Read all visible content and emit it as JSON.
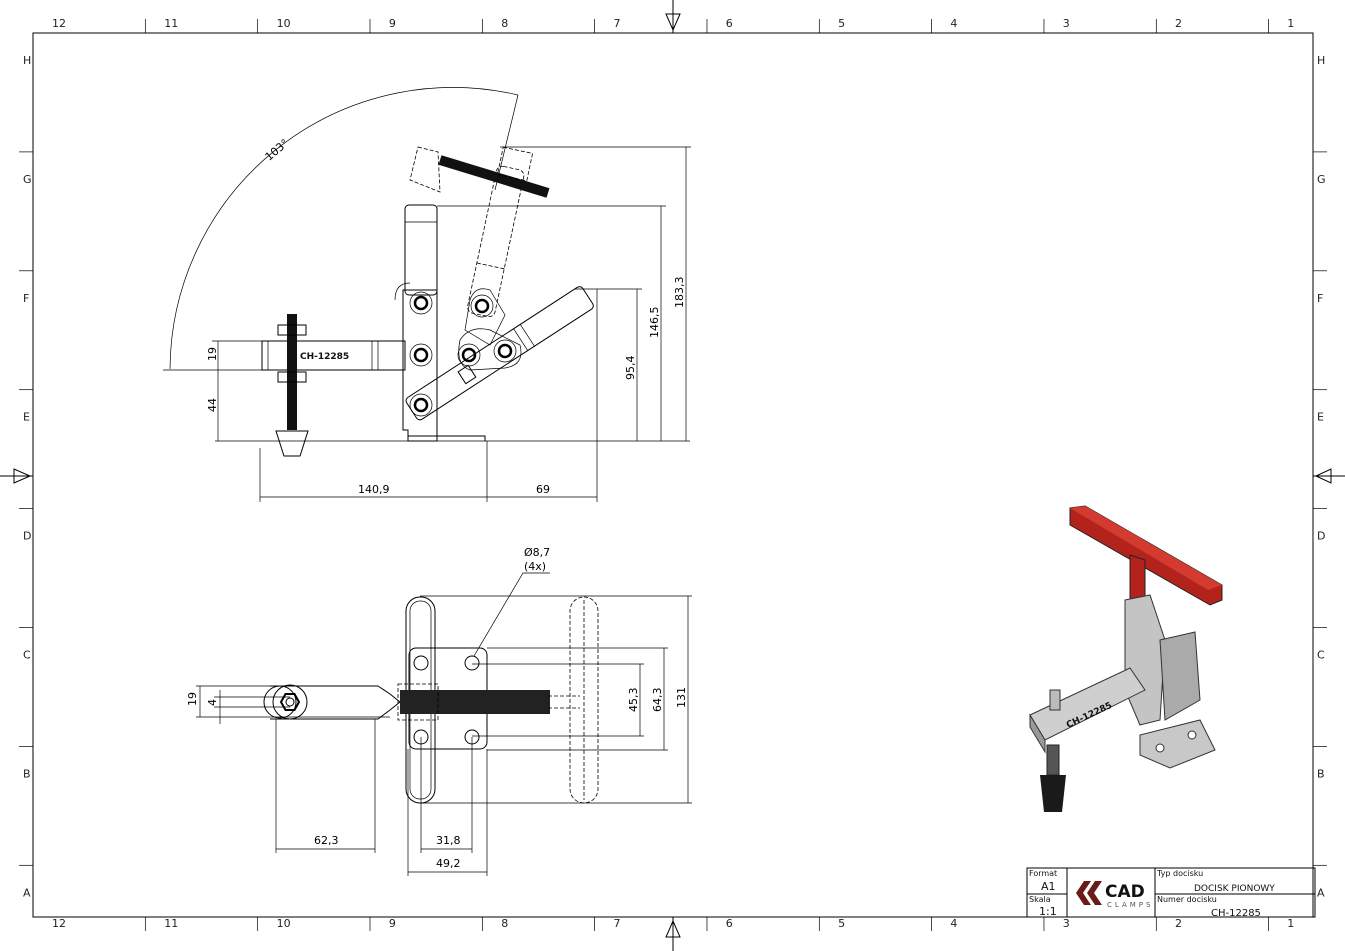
{
  "frame": {
    "columns": [
      "12",
      "11",
      "10",
      "9",
      "8",
      "7",
      "6",
      "5",
      "4",
      "3",
      "2",
      "1"
    ],
    "rows": [
      "H",
      "G",
      "F",
      "E",
      "D",
      "C",
      "B",
      "A"
    ]
  },
  "front_view": {
    "angle": "103°",
    "part_mark": "CH-12285",
    "dims": {
      "d19": "19",
      "d44": "44",
      "d140": "140,9",
      "d69": "69",
      "d95": "95,4",
      "d146": "146,5",
      "d183": "183,3"
    }
  },
  "top_view": {
    "hole_callout": "Ø8,7",
    "hole_count": "(4x)",
    "dims": {
      "d19": "19",
      "d4": "4",
      "d62": "62,3",
      "d31": "31,8",
      "d49": "49,2",
      "d45": "45,3",
      "d64": "64,3",
      "d131": "131"
    }
  },
  "iso_view": {
    "part_mark": "CH-12285",
    "handle_color": "#c0211b",
    "body_color": "#b9b9b9"
  },
  "title_block": {
    "format_label": "Format",
    "format_value": "A1",
    "scale_label": "Skala",
    "scale_value": "1:1",
    "logo_main": "CAD",
    "logo_sub": "CLAMPS",
    "logo_color": "#6b1a1a",
    "type_label": "Typ docisku",
    "type_value": "DOCISK PIONOWY",
    "number_label": "Numer docisku",
    "number_value": "CH-12285"
  }
}
